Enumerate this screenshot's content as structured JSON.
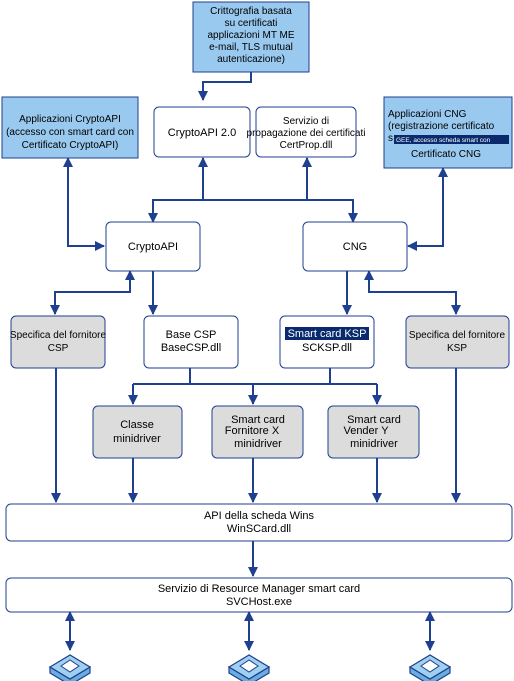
{
  "nodes": {
    "crittografia": {
      "lines": [
        "Crittografia basata",
        "su certificati",
        "applicazioni MT ME",
        "e-mail, TLS mutual",
        "autenticazione)"
      ]
    },
    "app_cryptoapi": {
      "lines": [
        "Applicazioni CryptoAPI",
        "(accesso con smart card con",
        "Certificato CryptoAPI)"
      ]
    },
    "cryptoapi_20": {
      "lines": [
        "CryptoAPI 2.0"
      ]
    },
    "certprop": {
      "lines": [
        "Servizio di",
        "propagazione dei certificati",
        "CertProp.dll"
      ]
    },
    "app_cng": {
      "lines": [
        "Applicazioni CNG",
        "(registrazione certificato",
        "s",
        "Certificato CNG"
      ],
      "highlight": "GEE, accesso scheda smart con"
    },
    "cryptoapi": {
      "lines": [
        "CryptoAPI"
      ]
    },
    "cng": {
      "lines": [
        "CNG"
      ]
    },
    "csp_vendor": {
      "lines": [
        "Specifica del fornitore",
        "CSP"
      ]
    },
    "base_csp": {
      "lines": [
        "Base CSP",
        "BaseCSP.dll"
      ]
    },
    "smartcard_ksp": {
      "lines": [
        "SCKSP.dll"
      ],
      "highlight": "Smart card KSP"
    },
    "ksp_vendor": {
      "lines": [
        "Specifica del fornitore",
        "KSP"
      ]
    },
    "classe_minidriver": {
      "lines": [
        "Classe",
        "minidriver"
      ]
    },
    "fornitore_x": {
      "lines": [
        "Smart card",
        "Fornitore X",
        "minidriver"
      ]
    },
    "vender_y": {
      "lines": [
        "Smart card",
        "Vender Y",
        "minidriver"
      ]
    },
    "winscard": {
      "lines": [
        "API della scheda Wins",
        "WinSCard.dll"
      ]
    },
    "svchost": {
      "lines": [
        "Servizio di Resource Manager smart card",
        "SVCHost.exe"
      ]
    }
  },
  "icons": {
    "reader": "smart-card-reader-icon"
  },
  "colors": {
    "blue_fill": "#99c9ee",
    "gray_fill": "#dcdcdc",
    "line": "#1f3f8f",
    "highlight": "#0a2a6e"
  }
}
